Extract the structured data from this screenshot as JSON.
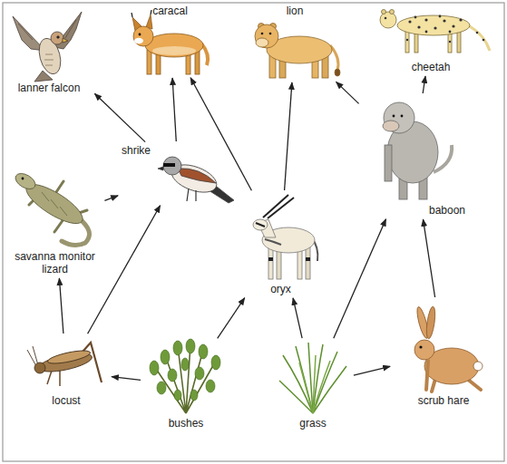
{
  "diagram": {
    "nodes": [
      {
        "text": [
          "lanner falcon"
        ]
      },
      {
        "text": [
          "caracal"
        ]
      },
      {
        "text": [
          "lion"
        ]
      },
      {
        "text": [
          "cheetah"
        ]
      },
      {
        "text": [
          "shrike"
        ]
      },
      {
        "text": [
          "savanna monitor lizard"
        ]
      },
      {
        "text": [
          "baboon"
        ]
      },
      {
        "text": [
          "oryx"
        ]
      },
      {
        "text": [
          "locust"
        ]
      },
      {
        "text": [
          "bushes"
        ]
      },
      {
        "text": [
          "grass"
        ]
      },
      {
        "text": [
          "scrub hare"
        ]
      }
    ],
    "edges": [
      {
        "from": 4,
        "to": 0,
        "arrow": "to"
      },
      {
        "from": 4,
        "to": 1,
        "arrow": "to"
      },
      {
        "from": 7,
        "to": 1,
        "arrow": "to"
      },
      {
        "from": 7,
        "to": 2,
        "arrow": "to"
      },
      {
        "from": 6,
        "to": 2,
        "arrow": "to"
      },
      {
        "from": 6,
        "to": 3,
        "arrow": "to"
      },
      {
        "from": 5,
        "to": 4,
        "arrow": "to"
      },
      {
        "from": 8,
        "to": 5,
        "arrow": "to"
      },
      {
        "from": 8,
        "to": 4,
        "arrow": "to"
      },
      {
        "from": 9,
        "to": 8,
        "arrow": "to"
      },
      {
        "from": 9,
        "to": 7,
        "arrow": "to"
      },
      {
        "from": 10,
        "to": 7,
        "arrow": "to"
      },
      {
        "from": 10,
        "to": 6,
        "arrow": "to"
      },
      {
        "from": 10,
        "to": 11,
        "arrow": "to"
      },
      {
        "from": 11,
        "to": 6,
        "arrow": "to"
      }
    ]
  }
}
